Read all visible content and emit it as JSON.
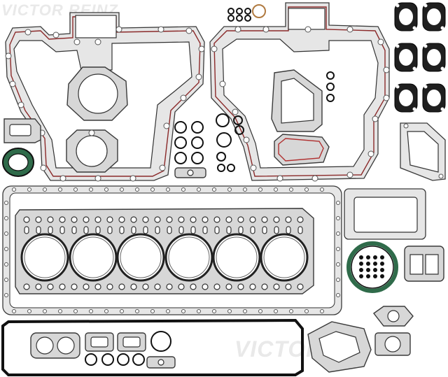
{
  "brand": {
    "logo_text_top": "VICTOR REINZ",
    "logo_text_bottom": "VICTOR",
    "watermark_color": "#e9e9e9"
  },
  "colors": {
    "gasket_fill": "#d7d7d7",
    "gasket_outline": "#3a3a3a",
    "sealing_bead": "#8b2a2a",
    "oring": "#111111",
    "seal_green": "#2f6b4a"
  },
  "parts": {
    "cylinder_bores": 6,
    "exhaust_manifold_gaskets": 6,
    "small_orings_right_column": 3
  }
}
